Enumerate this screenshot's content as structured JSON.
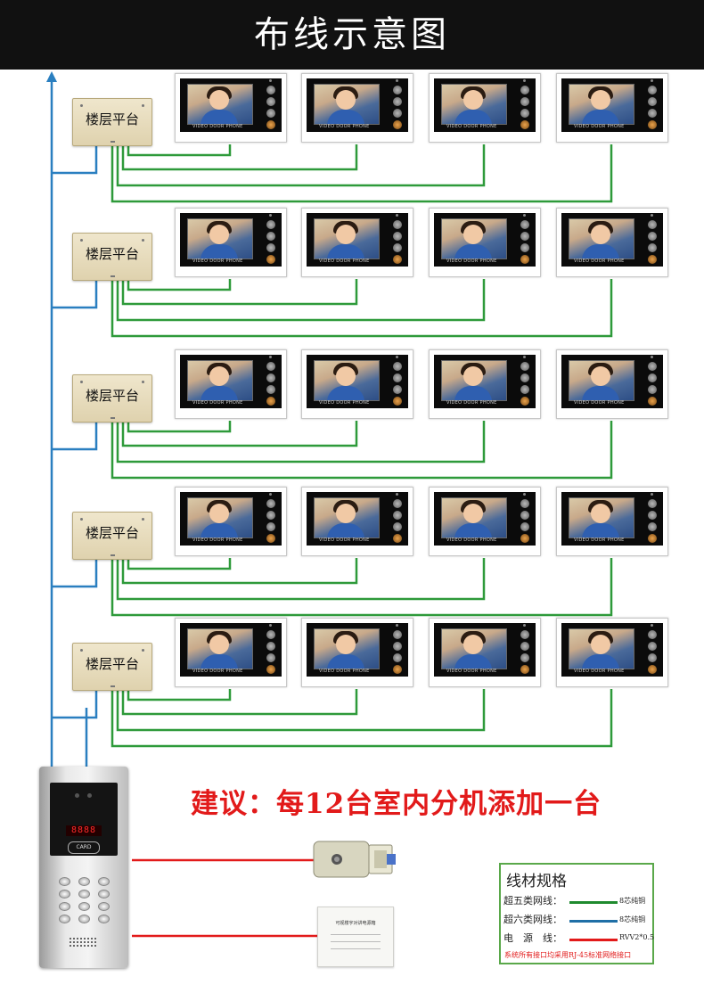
{
  "header": {
    "title": "布线示意图"
  },
  "floor_platform_label": "楼层平台",
  "floors": [
    {
      "platform": "楼层平台"
    },
    {
      "platform": "楼层平台"
    },
    {
      "platform": "楼层平台"
    },
    {
      "platform": "楼层平台"
    },
    {
      "platform": "楼层平台"
    }
  ],
  "monitor_brand": "VIDEO DOOR PHONE",
  "monitors_per_floor": 4,
  "recommendation": "建议：每12台室内分机添加一台",
  "door_station": {
    "display": "8888",
    "card_label": "CARD"
  },
  "power_supply": {
    "title": "可视楼宇对讲电源箱"
  },
  "legend": {
    "title": "线材规格",
    "rows": [
      {
        "name": "超五类网线：",
        "spec": "8芯纯铜",
        "color": "#1f8a2e"
      },
      {
        "name": "超六类网线：",
        "spec": "8芯纯铜",
        "color": "#1f6fa6"
      },
      {
        "name": "电　源　线：",
        "spec": "RVV2*0.5",
        "color": "#e21a1a"
      }
    ],
    "note": "系统所有接口均采用RJ-45标准网络接口"
  },
  "colors": {
    "cat5": "#2e9a3a",
    "cat6": "#2a7fc0",
    "power": "#e21a1a"
  }
}
